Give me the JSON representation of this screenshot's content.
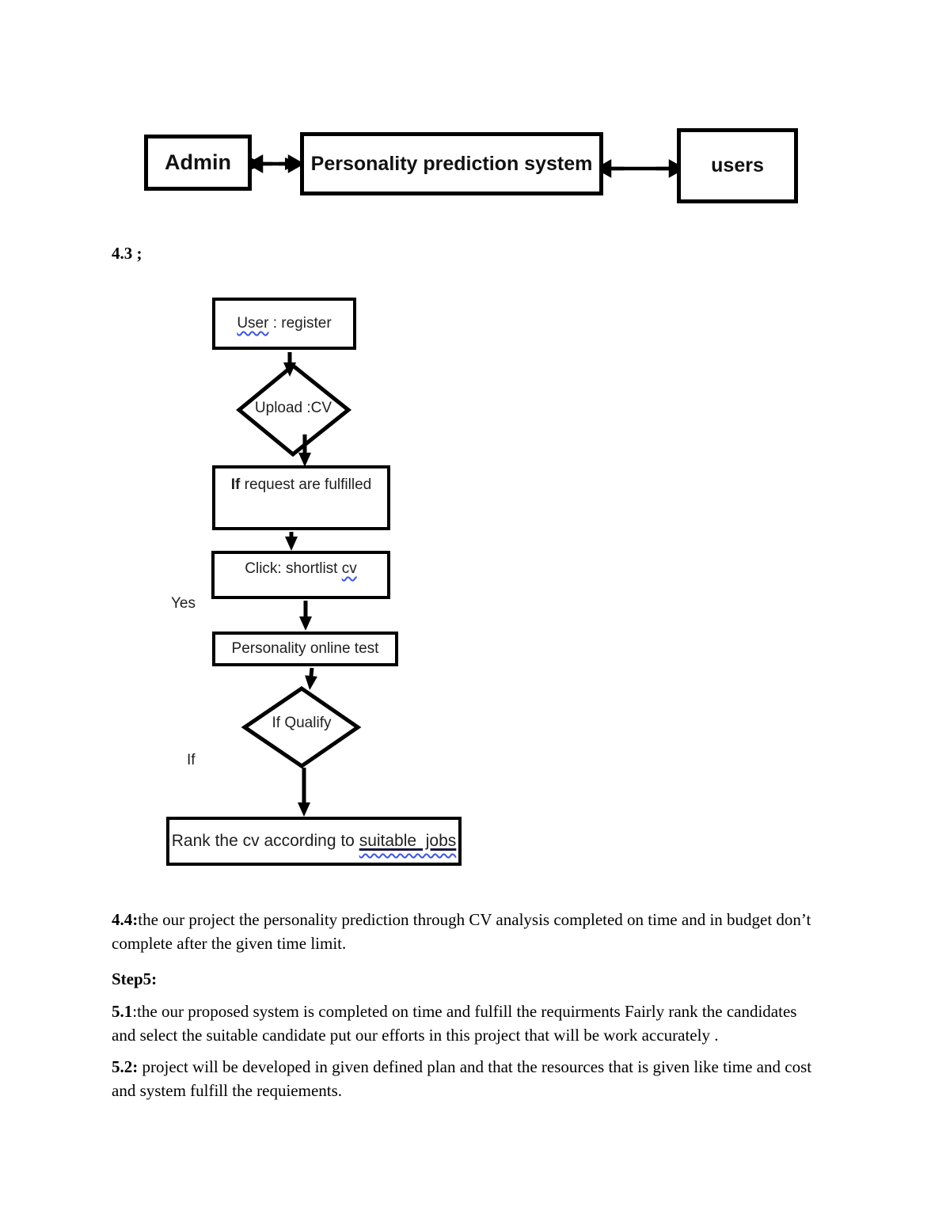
{
  "top_diagram": {
    "admin_label": "Admin",
    "system_label": "Personality prediction system",
    "users_label": "users"
  },
  "heading": "4.3 ;",
  "flowchart": {
    "register": {
      "wavy": "User",
      "rest": " : register"
    },
    "upload_label": "Upload :CV",
    "request": {
      "bold": "If",
      "rest": " request are fulfilled"
    },
    "shortlist": {
      "pre": "Click: shortlist ",
      "wavy": "cv"
    },
    "yes_label": "Yes",
    "test_label": "Personality online test",
    "qualify_label": "If Qualify",
    "if_label": "If",
    "rank": {
      "pre": "Rank the cv according to ",
      "underlined": "suitable  jobs"
    }
  },
  "paragraphs": {
    "p44": {
      "lead": "4.4:",
      "line1": "the our project the personality prediction through CV analysis completed on time and in budget don’t",
      "line2": "complete after the given time limit."
    },
    "step5": "Step5:",
    "p51": {
      "lead": "5.1",
      "line1": ":the our proposed system is completed on time and fulfill the requirments Fairly rank the candidates",
      "line2": "and select the suitable candidate put our efforts in this project that will be work accurately ."
    },
    "p52": {
      "lead": "5.2:",
      "line1": " project will be developed in given defined plan and that the resources that is given like time and cost",
      "line2": "and system fulfill the requiements."
    }
  },
  "colors": {
    "stroke": "#000000",
    "wavy_underline": "#3b55e0",
    "solid_underline": "#15153a",
    "flow_text": "#1f1f1f"
  }
}
